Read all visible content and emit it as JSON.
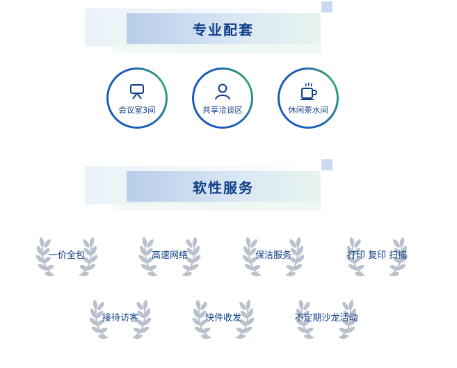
{
  "sections": [
    {
      "title": "专业配套"
    },
    {
      "title": "软性服务"
    }
  ],
  "facilities": [
    {
      "label": "会议室3间",
      "icon": "projector-icon"
    },
    {
      "label": "共享洽谈区",
      "icon": "person-icon"
    },
    {
      "label": "休闲茶水间",
      "icon": "coffee-cup-icon"
    }
  ],
  "services": [
    {
      "label": "一价全包"
    },
    {
      "label": "高速网络"
    },
    {
      "label": "保洁服务"
    },
    {
      "label": "打印 复印 扫描"
    },
    {
      "label": "接待访客"
    },
    {
      "label": "快件收发"
    },
    {
      "label": "不定期沙龙活动"
    }
  ],
  "colors": {
    "text": "#0f3f86",
    "ring_blue": "#1b5bb8",
    "ring_green": "#38a96f",
    "banner_blue": "#b9cdea",
    "wreath": "#b9c1cc"
  }
}
